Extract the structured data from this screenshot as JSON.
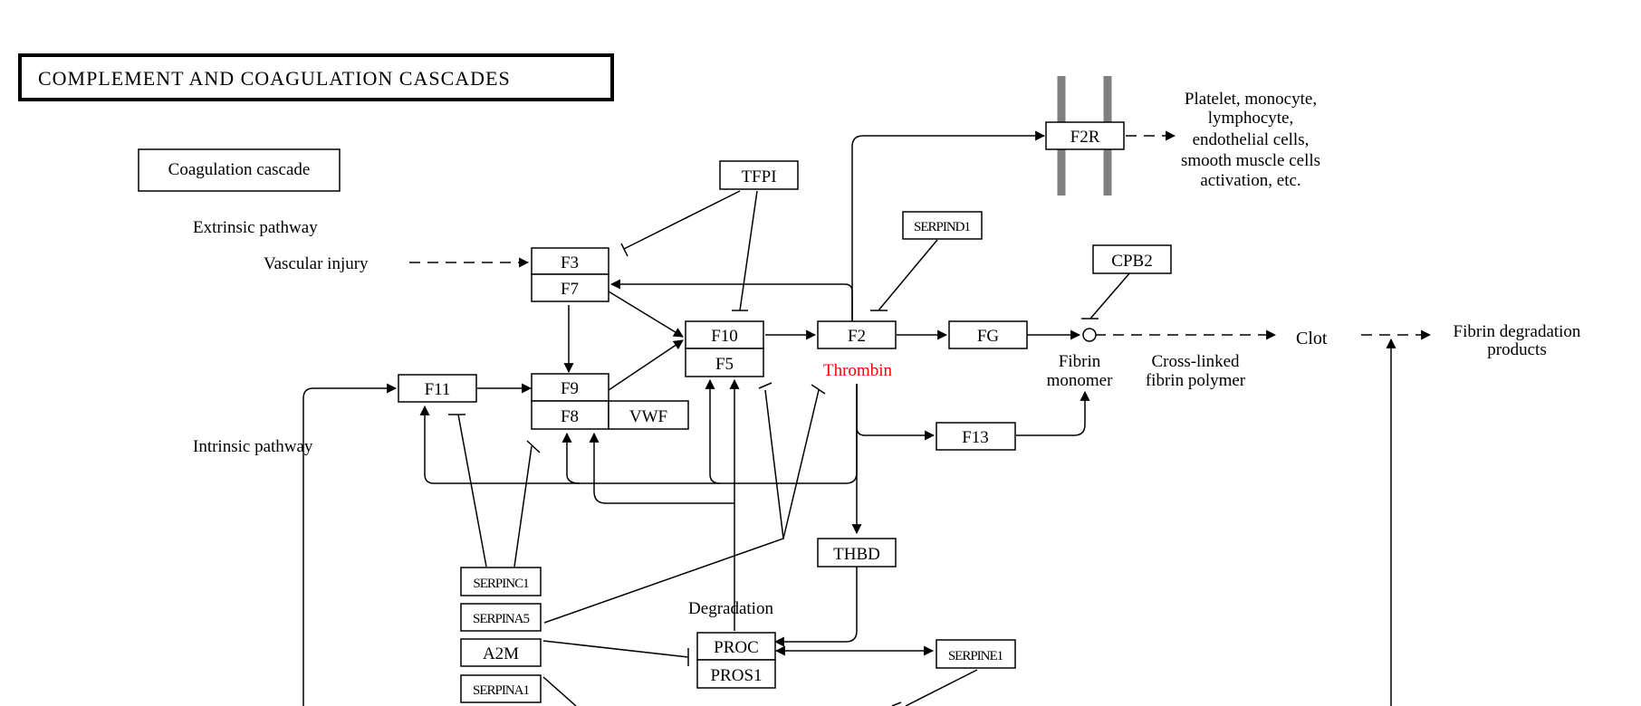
{
  "title": "COMPLEMENT AND COAGULATION CASCADES",
  "section_label": "Coagulation cascade",
  "labels": {
    "extrinsic": "Extrinsic pathway",
    "vascular": "Vascular injury",
    "intrinsic": "Intrinsic pathway",
    "thrombin": "Thrombin",
    "fibrin_1": "Fibrin",
    "fibrin_2": "monomer",
    "crosslinked_1": "Cross-linked",
    "crosslinked_2": "fibrin polymer",
    "clot": "Clot",
    "degradation_products_1": "Fibrin degradation",
    "degradation_products_2": "products",
    "degradation": "Degradation",
    "activation_1": "Platelet, monocyte,",
    "activation_2": "lymphocyte,",
    "activation_3": "endothelial cells,",
    "activation_4": "smooth muscle cells",
    "activation_5": "activation, etc."
  },
  "genes": {
    "F3": "F3",
    "F7": "F7",
    "F9": "F9",
    "F8": "F8",
    "VWF": "VWF",
    "F10": "F10",
    "F5": "F5",
    "F11": "F11",
    "F2": "F2",
    "FG": "FG",
    "F13": "F13",
    "F2R": "F2R",
    "TFPI": "TFPI",
    "SERPIND1": "SERPIND1",
    "CPB2": "CPB2",
    "THBD": "THBD",
    "PROC": "PROC",
    "PROS1": "PROS1",
    "SERPINE1": "SERPINE1",
    "SERPINC1": "SERPINC1",
    "SERPINA5": "SERPINA5",
    "A2M": "A2M",
    "SERPINA1": "SERPINA1"
  },
  "colors": {
    "line": "#000000",
    "thrombin_label": "#ff0000",
    "membrane": "#808080",
    "background": "#ffffff"
  }
}
